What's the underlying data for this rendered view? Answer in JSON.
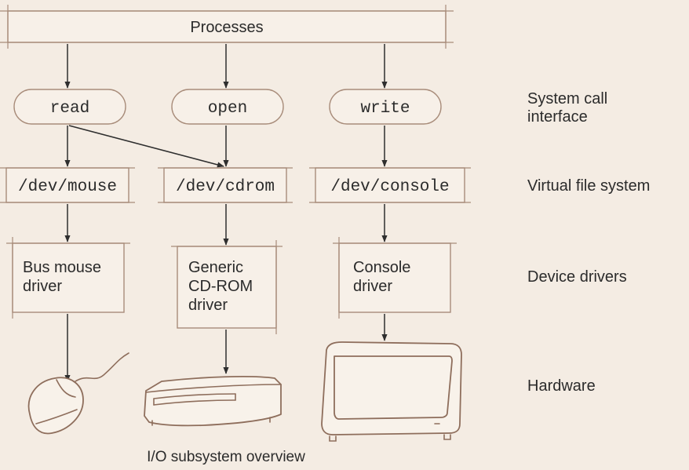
{
  "processes": {
    "label": "Processes"
  },
  "syscalls": [
    {
      "id": "read",
      "label": "read"
    },
    {
      "id": "open",
      "label": "open"
    },
    {
      "id": "write",
      "label": "write"
    }
  ],
  "devices": [
    {
      "id": "mouse",
      "label": "/dev/mouse"
    },
    {
      "id": "cdrom",
      "label": "/dev/cdrom"
    },
    {
      "id": "console",
      "label": "/dev/console"
    }
  ],
  "drivers": [
    {
      "id": "bus-mouse",
      "lines": [
        "Bus mouse",
        "driver"
      ]
    },
    {
      "id": "cdrom",
      "lines": [
        "Generic",
        "CD-ROM",
        "driver"
      ]
    },
    {
      "id": "console",
      "lines": [
        "Console",
        "driver"
      ]
    }
  ],
  "hardware": [
    {
      "id": "mouse",
      "icon": "mouse-icon"
    },
    {
      "id": "cdrom",
      "icon": "cdrom-drive-icon"
    },
    {
      "id": "monitor",
      "icon": "monitor-icon"
    }
  ],
  "layers": {
    "syscall_line1": "System call",
    "syscall_line2": "interface",
    "vfs": "Virtual file system",
    "drivers": "Device drivers",
    "hardware": "Hardware"
  },
  "caption": "I/O subsystem overview",
  "colors": {
    "background": "#f4ece3",
    "box_stroke": "#a88c7a",
    "arrow": "#2e2e2e",
    "text": "#2b2b2b"
  }
}
